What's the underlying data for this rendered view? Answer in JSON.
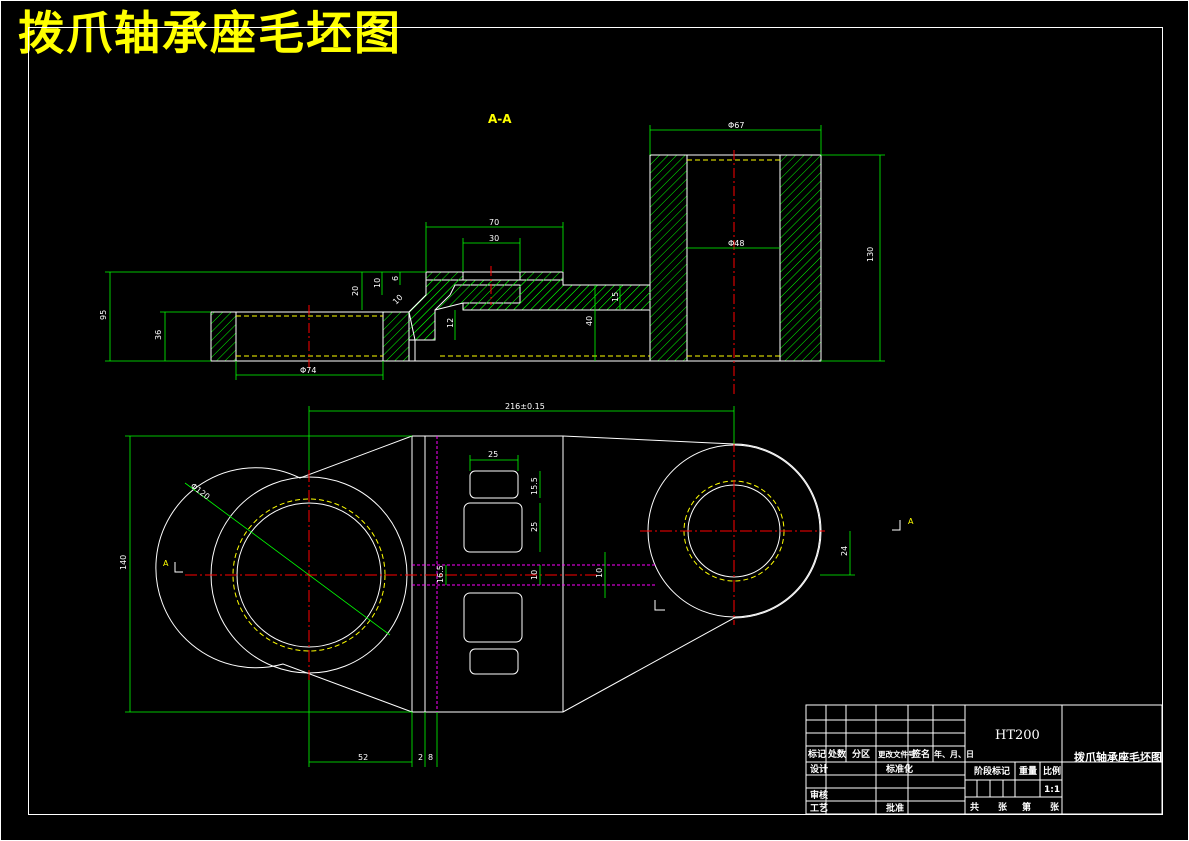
{
  "drawing": {
    "title": "拨爪轴承座毛坯图",
    "section_label": "A-A",
    "section_marker": "A",
    "colors": {
      "background": "#000000",
      "outline": "#ffffff",
      "dimension": "#00ff00",
      "centerline": "#ff0000",
      "hidden_line": "#ffff00",
      "hatch": "#00ff00",
      "auxiliary": "#ff00ff",
      "title_text": "#ffff00"
    }
  },
  "dimensions": {
    "top_width": "Φ67",
    "section_height": "130",
    "bore_diameter": "Φ48",
    "boss_width": "70",
    "slot_width": "30",
    "depth_small": "6",
    "height_a": "20",
    "height_b": "10",
    "height_c": "12",
    "chamfer": "10",
    "overall_height_left": "95",
    "flange_height": "36",
    "left_bore": "Φ74",
    "center_height": "40",
    "rib_height": "15",
    "center_distance": "216±0.15",
    "plan_height": "140",
    "left_diameter": "Φ120",
    "window_width": "25",
    "window_height_1": "15.5",
    "window_height_2": "25",
    "window_height_3": "10",
    "web_thickness": "16.5",
    "right_offset": "24",
    "right_small": "10",
    "bottom_offset": "52",
    "bottom_small": "2",
    "bottom_small_2": "8"
  },
  "title_block": {
    "material": "HT200",
    "part_name": "拨爪轴承座毛坯图",
    "header_labels": [
      "标记",
      "处数",
      "分区",
      "更改文件号",
      "签名",
      "年、月、日"
    ],
    "row_design": "设计",
    "row_standard": "标准化",
    "row_review": "审核",
    "row_process": "工艺",
    "row_approve": "批准",
    "stage_mark": "阶段标记",
    "weight": "重量",
    "scale_label": "比例",
    "scale_value": "1:1",
    "sheet_total": "共",
    "sheet_unit": "张",
    "sheet_no": "第",
    "sheet_unit2": "张"
  }
}
